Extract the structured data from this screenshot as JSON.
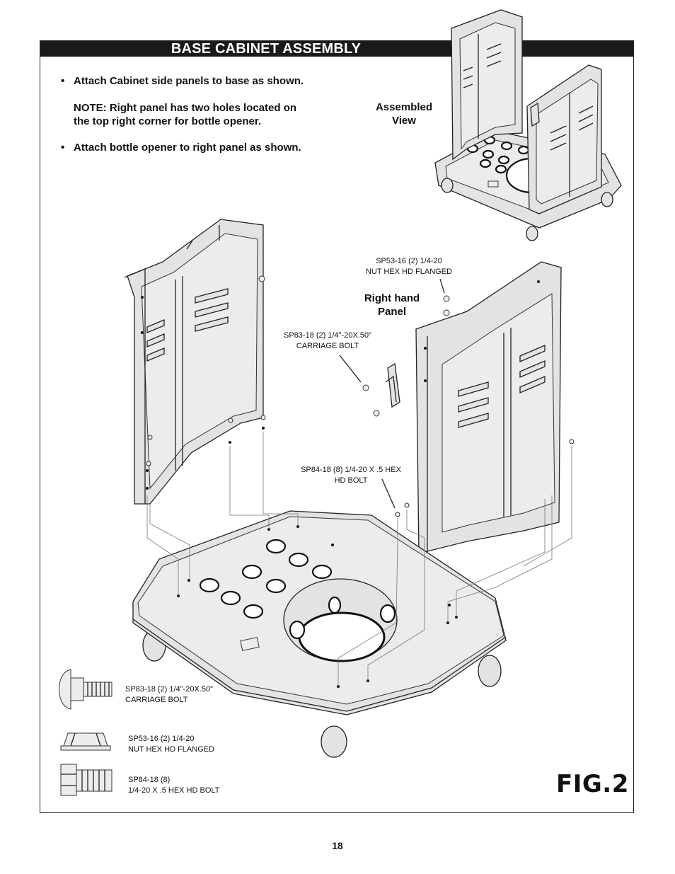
{
  "page": {
    "title": "BASE CABINET ASSEMBLY",
    "figure_label": "FIG.2",
    "page_number": "18"
  },
  "instructions": {
    "bullet_symbol": "•",
    "step1": "Attach Cabinet side panels to base as shown.",
    "note_line1": "NOTE: Right panel has two holes located on",
    "note_line2": "the top right corner for bottle opener.",
    "step2": "Attach bottle opener to right panel as shown."
  },
  "labels": {
    "assembled_line1": "Assembled",
    "assembled_line2": "View",
    "right_panel_line1": "Right hand",
    "right_panel_line2": "Panel"
  },
  "callouts": {
    "nut_top_line1": "SP53-16 (2)  1/4-20",
    "nut_top_line2": "NUT HEX HD FLANGED",
    "bolt_top_line1": "SP83-18 (2) 1/4\"-20X.50\"",
    "bolt_top_line2": "CARRIAGE BOLT",
    "hexbolt_line1": "SP84-18  (8)  1/4-20 X .5 HEX",
    "hexbolt_line2": "HD BOLT"
  },
  "hardware_legend": [
    {
      "icon": "carriage-bolt-icon",
      "line1": "SP83-18  (2) 1/4\"-20X.50\"",
      "line2": "CARRIAGE BOLT"
    },
    {
      "icon": "flanged-nut-icon",
      "line1": "SP53-16  (2)  1/4-20",
      "line2": "NUT HEX HD FLANGED"
    },
    {
      "icon": "hex-bolt-icon",
      "line1": "SP84-18  (8)",
      "line2": "1/4-20 X .5 HEX HD BOLT"
    }
  ]
}
